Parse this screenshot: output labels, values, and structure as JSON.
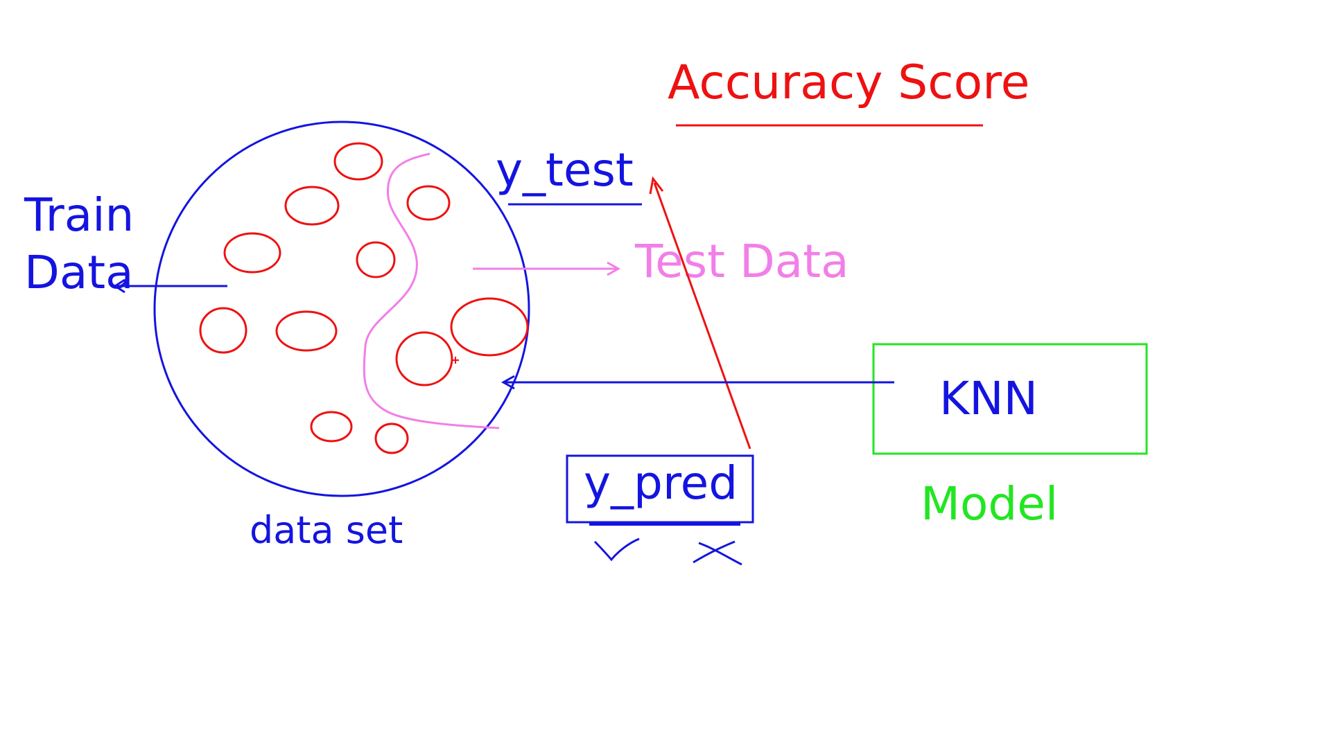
{
  "labels": {
    "train_line1": "Train",
    "train_line2": "Data",
    "test_data": "Test Data",
    "y_test": "y_test",
    "accuracy_score": "Accuracy Score",
    "knn": "KNN",
    "model": "Model",
    "y_pred": "y_pred",
    "data_set": "data set"
  },
  "colors": {
    "blue": "#1414e0",
    "red": "#ee1111",
    "pink": "#f27ee8",
    "green": "#22e622"
  }
}
